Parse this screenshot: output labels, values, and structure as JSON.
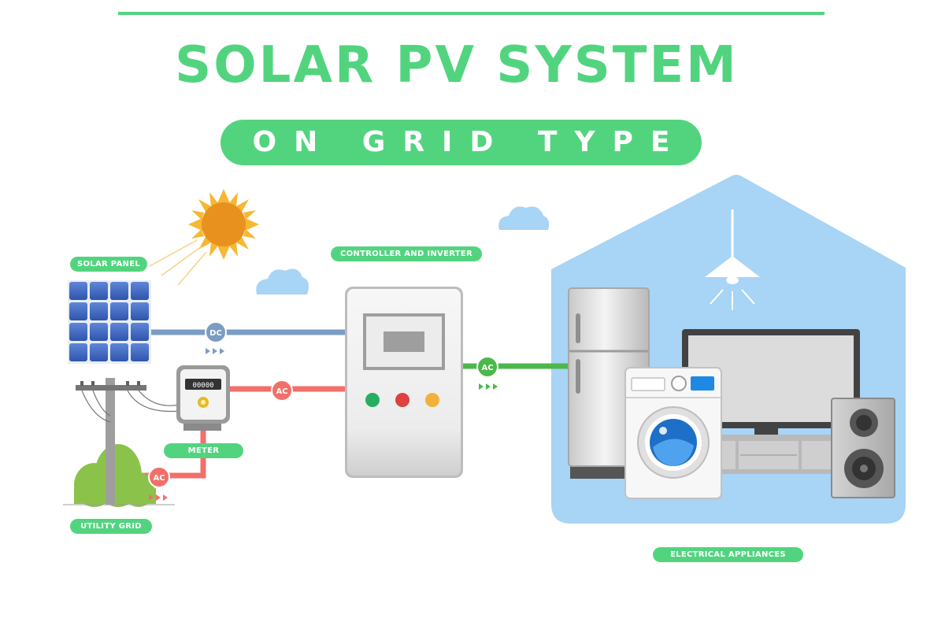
{
  "title": "SOLAR PV SYSTEM",
  "subtitle": "ON GRID TYPE",
  "labels": {
    "solar_panel": "SOLAR PANEL",
    "controller": "CONTROLLER AND INVERTER",
    "meter": "METER",
    "utility_grid": "UTILITY GRID",
    "appliances": "ELECTRICAL APPLIANCES"
  },
  "badges": {
    "dc": "DC",
    "ac_meter": "AC",
    "ac_grid": "AC",
    "ac_output": "AC"
  },
  "meter_reading": "00000",
  "colors": {
    "brand_green": "#52d47f",
    "dc_blue": "#7b9cc4",
    "ac_red": "#f26f6a",
    "ac_green": "#4cb84c",
    "house_blue": "#a8d4f5",
    "sun_orange": "#e8911e"
  }
}
